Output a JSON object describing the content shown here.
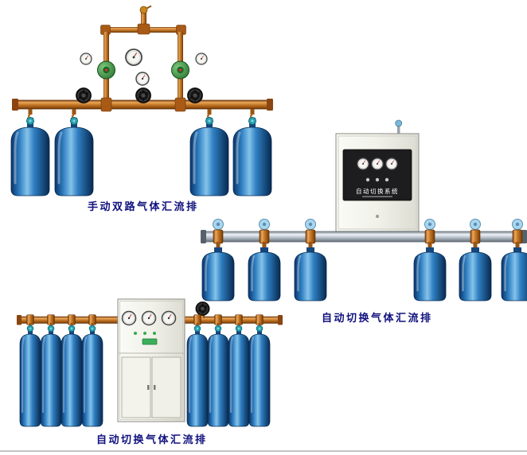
{
  "page": {
    "background": "#ffffff"
  },
  "colors": {
    "caption_text": "#10107e",
    "cylinder_blue": "#2f7fc2",
    "brass_pipe": "#c87c2a",
    "silver_pipe": "#b4bec8",
    "cabinet_body": "#f1f1ea",
    "regulator_green": "#2e7d32"
  },
  "products": [
    {
      "caption": "手动双路气体汇流排"
    },
    {
      "caption": "自动切换气体汇流排",
      "panel_label": "自动切换系统"
    },
    {
      "caption": "自动切换气体汇流排"
    }
  ]
}
